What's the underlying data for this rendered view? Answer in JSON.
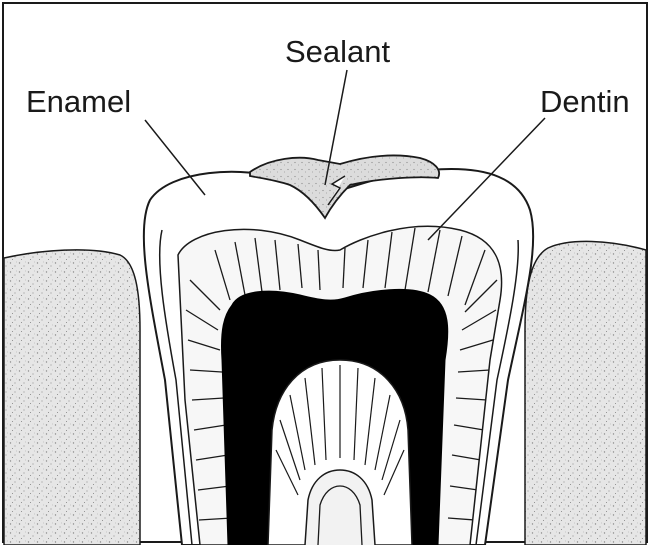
{
  "diagram": {
    "labels": {
      "sealant": "Sealant",
      "enamel": "Enamel",
      "dentin": "Dentin"
    },
    "colors": {
      "ink": "#1a1a1a",
      "gum_fill": "#e4e4e4",
      "sealant_fill": "#dcdcdc",
      "enamel_fill": "#ffffff",
      "dentin_fill": "#f7f7f7",
      "pulp_fill": "#000000"
    }
  }
}
